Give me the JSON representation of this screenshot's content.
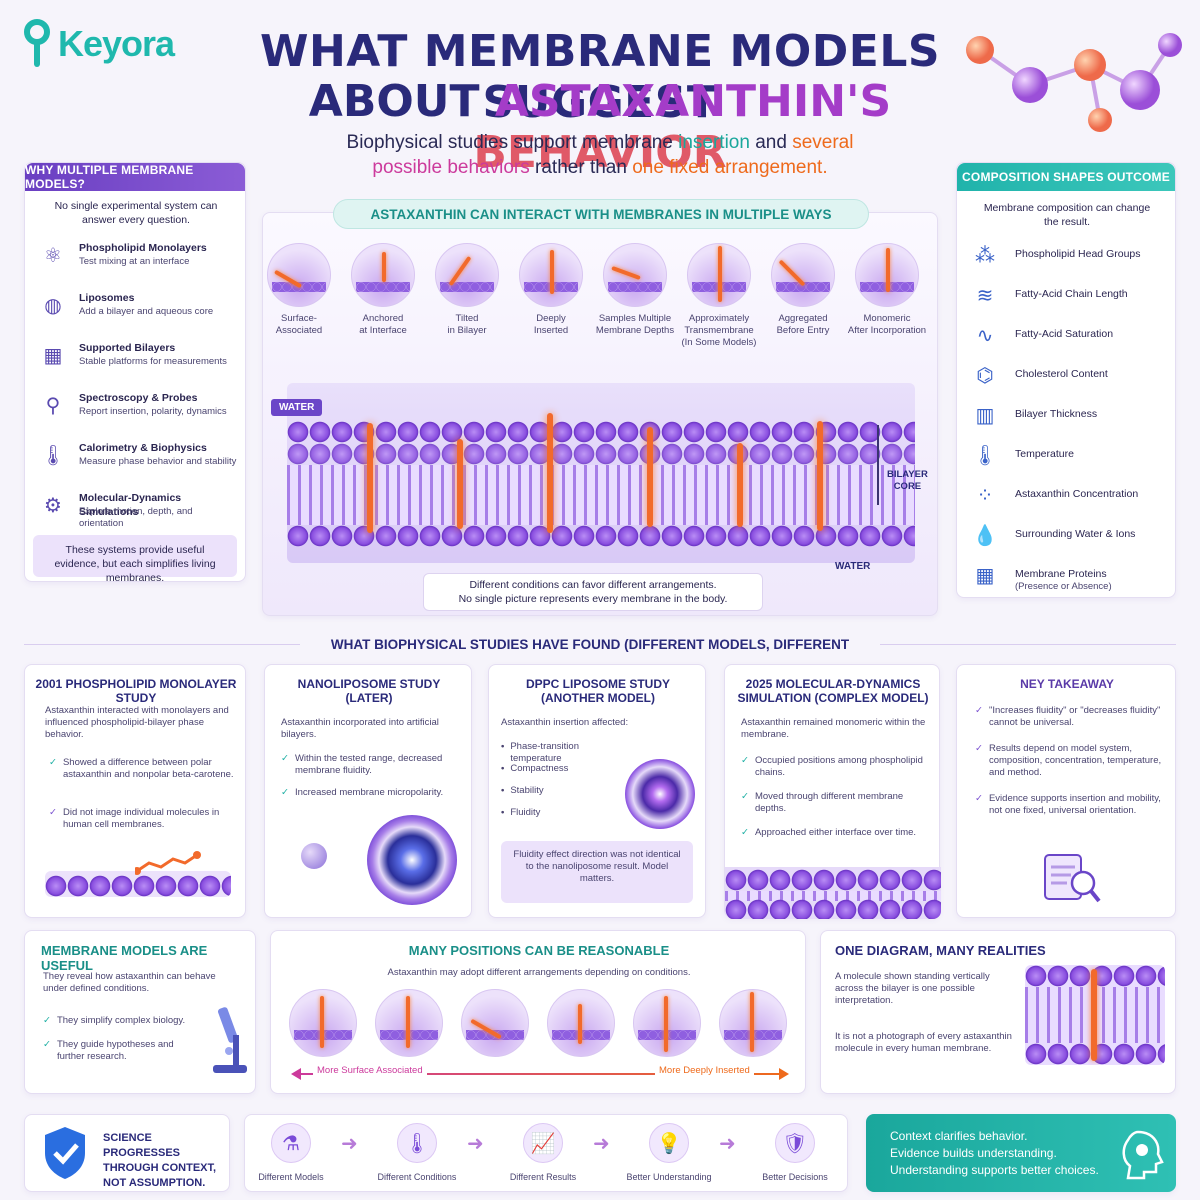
{
  "brand": {
    "name": "Keyora"
  },
  "title": {
    "line1": "WHAT MEMBRANE MODELS SUGGEST",
    "line2_a": "ABOUT ",
    "line2_b": "ASTAXANTHIN'S ",
    "line2_c": "BEHAVIOR"
  },
  "subtitle": {
    "p1": "Biophysical studies support membrane ",
    "p2": "insertion",
    "p3": " and ",
    "p4": "several",
    "p5": "possible behaviors",
    "p6": " rather than ",
    "p7": "one fixed arrangement."
  },
  "why": {
    "header": "WHY MULTIPLE MEMBRANE MODELS?",
    "intro": "No single experimental system can answer every question.",
    "items": [
      {
        "title": "Phospholipid Monolayers",
        "desc": "Test mixing at an interface",
        "icon": "monolayer-icon"
      },
      {
        "title": "Liposomes",
        "desc": "Add a bilayer and aqueous core",
        "icon": "liposome-icon"
      },
      {
        "title": "Supported Bilayers",
        "desc": "Stable platforms for measurements",
        "icon": "bilayer-icon"
      },
      {
        "title": "Spectroscopy & Probes",
        "desc": "Report insertion, polarity, dynamics",
        "icon": "probe-icon"
      },
      {
        "title": "Calorimetry & Biophysics",
        "desc": "Measure phase behavior and stability",
        "icon": "thermometer-icon"
      },
      {
        "title": "Molecular-Dynamics Simulations",
        "desc": "Explore motion, depth, and orientation",
        "icon": "molecule-icon"
      }
    ],
    "footer": "These systems provide useful evidence, but each simplifies living membranes."
  },
  "ways": {
    "header": "ASTAXANTHIN CAN INTERACT WITH MEMBRANES IN MULTIPLE WAYS",
    "items": [
      {
        "label1": "Surface-",
        "label2": "Associated",
        "label3": ""
      },
      {
        "label1": "Anchored",
        "label2": "at Interface",
        "label3": ""
      },
      {
        "label1": "Tilted",
        "label2": "in Bilayer",
        "label3": ""
      },
      {
        "label1": "Deeply",
        "label2": "Inserted",
        "label3": ""
      },
      {
        "label1": "Samples Multiple",
        "label2": "Membrane Depths",
        "label3": ""
      },
      {
        "label1": "Approximately",
        "label2": "Transmembrane",
        "label3": "(In Some Models)"
      },
      {
        "label1": "Aggregated",
        "label2": "Before Entry",
        "label3": ""
      },
      {
        "label1": "Monomeric",
        "label2": "After Incorporation",
        "label3": ""
      }
    ],
    "water_top": "WATER",
    "water_bottom": "WATER",
    "core_label1": "BILAYER",
    "core_label2": "CORE",
    "caption1": "Different conditions can favor different arrangements.",
    "caption2": "No single picture represents every membrane in the body."
  },
  "composition": {
    "header": "COMPOSITION SHAPES OUTCOME",
    "intro": "Membrane composition can change the result.",
    "items": [
      {
        "label": "Phospholipid Head Groups",
        "sub": "",
        "icon": "head-group-icon"
      },
      {
        "label": "Fatty-Acid Chain Length",
        "sub": "",
        "icon": "chain-length-icon"
      },
      {
        "label": "Fatty-Acid Saturation",
        "sub": "",
        "icon": "saturation-icon"
      },
      {
        "label": "Cholesterol Content",
        "sub": "",
        "icon": "cholesterol-icon"
      },
      {
        "label": "Bilayer Thickness",
        "sub": "",
        "icon": "thickness-icon"
      },
      {
        "label": "Temperature",
        "sub": "",
        "icon": "thermometer-icon"
      },
      {
        "label": "Astaxanthin Concentration",
        "sub": "",
        "icon": "concentration-icon"
      },
      {
        "label": "Surrounding Water & Ions",
        "sub": "",
        "icon": "water-drop-icon"
      },
      {
        "label": "Membrane Proteins",
        "sub": "(Presence or Absence)",
        "icon": "protein-icon"
      }
    ]
  },
  "found": {
    "header": "WHAT BIOPHYSICAL STUDIES HAVE FOUND (DIFFERENT MODELS, DIFFERENT RESULTS)",
    "s1": {
      "title": "2001 PHOSPHOLIPID MONOLAYER STUDY",
      "text": "Astaxanthin interacted with monolayers and influenced phospholipid-bilayer phase behavior.",
      "b1": "Showed a difference between polar astaxanthin and nonpolar beta-carotene.",
      "b2": "Did not image individual molecules in human cell membranes."
    },
    "s2": {
      "title1": "NANOLIPOSOME STUDY",
      "title2": "(LATER)",
      "text": "Astaxanthin incorporated into artificial bilayers.",
      "b1": "Within the tested range, decreased membrane fluidity.",
      "b2": "Increased membrane micropolarity."
    },
    "s3": {
      "title1": "DPPC LIPOSOME STUDY",
      "title2": "(ANOTHER MODEL)",
      "text": "Astaxanthin insertion affected:",
      "bullets": [
        "Phase-transition temperature",
        "Compactness",
        "Stability",
        "Fluidity"
      ],
      "note": "Fluidity effect direction was not identical to the nanoliposome result. Model matters."
    },
    "s4": {
      "title1": "2025 MOLECULAR-DYNAMICS",
      "title2": "SIMULATION (COMPLEX MODEL)",
      "text": "Astaxanthin remained monomeric within the membrane.",
      "b1": "Occupied positions among phospholipid chains.",
      "b2": "Moved through different membrane depths.",
      "b3": "Approached either interface over time."
    },
    "s5": {
      "title": "NEY TAKEAWAY",
      "b1": "\"Increases fluidity\" or \"decreases fluidity\" cannot be universal.",
      "b2": "Results depend on model system, composition, concentration, temperature, and method.",
      "b3": "Evidence supports insertion and mobility, not one fixed, universal orientation."
    }
  },
  "useful": {
    "title": "MEMBRANE MODELS ARE USEFUL",
    "text": "They reveal how astaxanthin can behave under defined conditions.",
    "b1": "They simplify complex biology.",
    "b2": "They guide hypotheses and further research."
  },
  "positions": {
    "title": "MANY POSITIONS CAN BE REASONABLE",
    "text": "Astaxanthin may adopt different arrangements depending on conditions.",
    "left": "More Surface Associated",
    "right": "More Deeply Inserted"
  },
  "diagram": {
    "title": "ONE DIAGRAM, MANY REALITIES",
    "p1": "A molecule shown standing vertically across the bilayer is one possible interpretation.",
    "p2": "It is not a photograph of every astaxanthin molecule in every human membrane."
  },
  "science": {
    "line1": "SCIENCE PROGRESSES",
    "line2": "THROUGH CONTEXT,",
    "line3": "NOT ASSUMPTION."
  },
  "flow": [
    {
      "label": "Different Models",
      "icon": "flask-icon"
    },
    {
      "label": "Different Conditions",
      "icon": "thermometer-icon"
    },
    {
      "label": "Different Results",
      "icon": "chart-icon"
    },
    {
      "label": "Better Understanding",
      "icon": "lightbulb-icon"
    },
    {
      "label": "Better Decisions",
      "icon": "shield-check-icon"
    }
  ],
  "context": {
    "l1": "Context clarifies behavior.",
    "l2": "Evidence builds understanding.",
    "l3": "Understanding supports better choices."
  }
}
